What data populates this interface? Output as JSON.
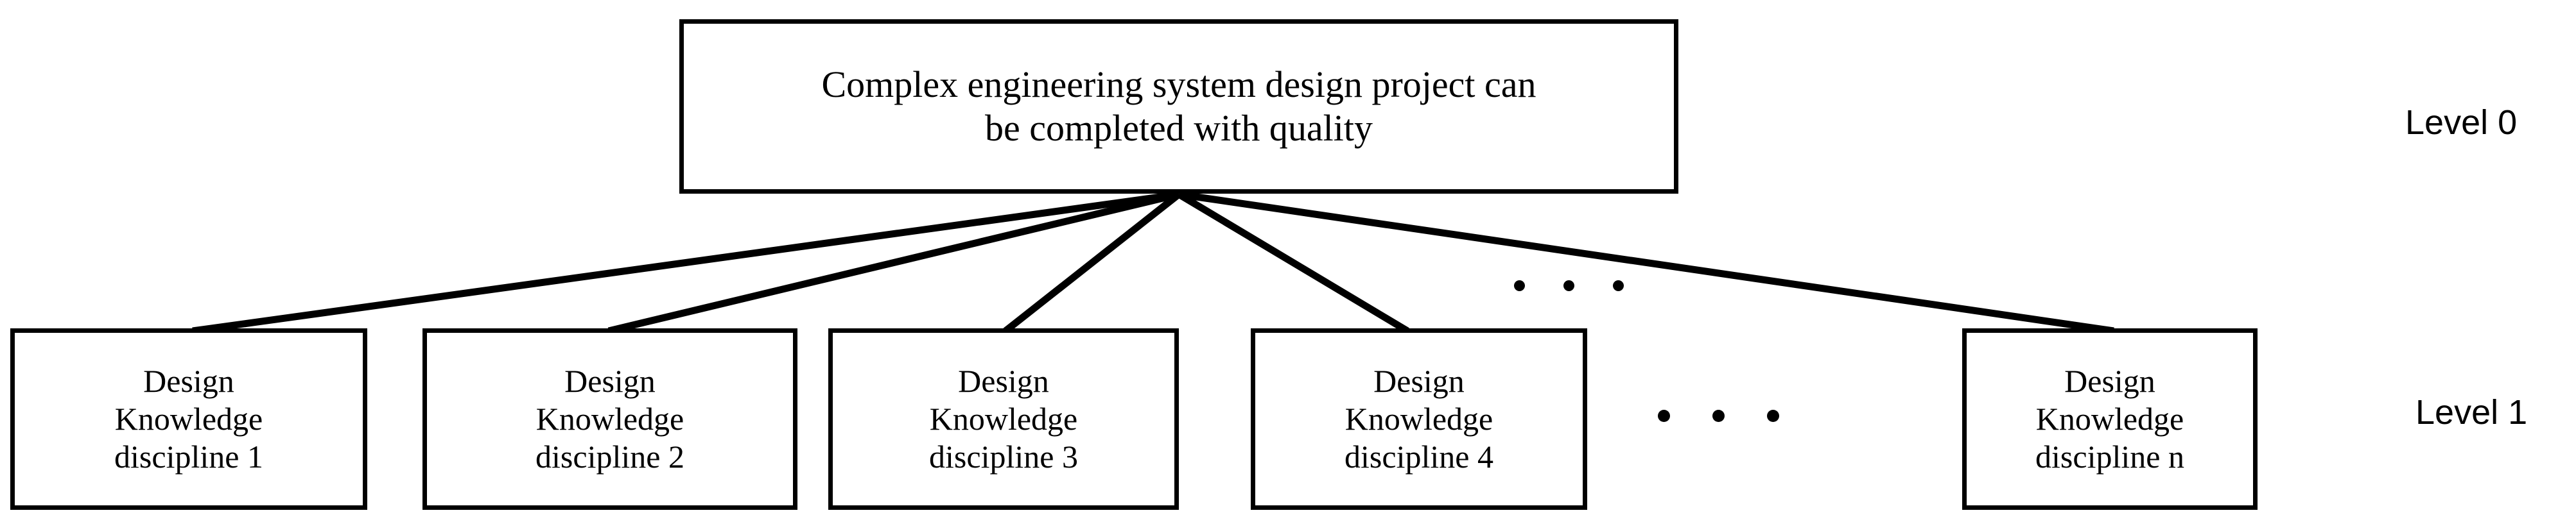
{
  "diagram": {
    "type": "hierarchy-tree",
    "background_color": "#ffffff",
    "line_color": "#000000",
    "root": {
      "id": "root",
      "label": "Complex engineering system design project can\nbe completed with quality"
    },
    "leaves": [
      {
        "id": "leaf-0",
        "label": "Design\nKnowledge\ndiscipline 1"
      },
      {
        "id": "leaf-1",
        "label": "Design\nKnowledge\ndiscipline 2"
      },
      {
        "id": "leaf-2",
        "label": "Design\nKnowledge\ndiscipline 3"
      },
      {
        "id": "leaf-3",
        "label": "Design\nKnowledge\ndiscipline 4"
      },
      {
        "id": "leaf-4",
        "label": "Design\nKnowledge\ndiscipline n"
      }
    ],
    "ellipses": [
      {
        "id": "ellipsis-upper",
        "dots": 3
      },
      {
        "id": "ellipsis-lower",
        "dots": 3
      }
    ],
    "level_labels": [
      {
        "id": "level-0",
        "label": "Level 0"
      },
      {
        "id": "level-1",
        "label": "Level 1"
      }
    ],
    "edges": [
      {
        "from": "root",
        "to": "leaf-0"
      },
      {
        "from": "root",
        "to": "leaf-1"
      },
      {
        "from": "root",
        "to": "leaf-2"
      },
      {
        "from": "root",
        "to": "leaf-3"
      },
      {
        "from": "root",
        "to": "leaf-4"
      }
    ]
  }
}
